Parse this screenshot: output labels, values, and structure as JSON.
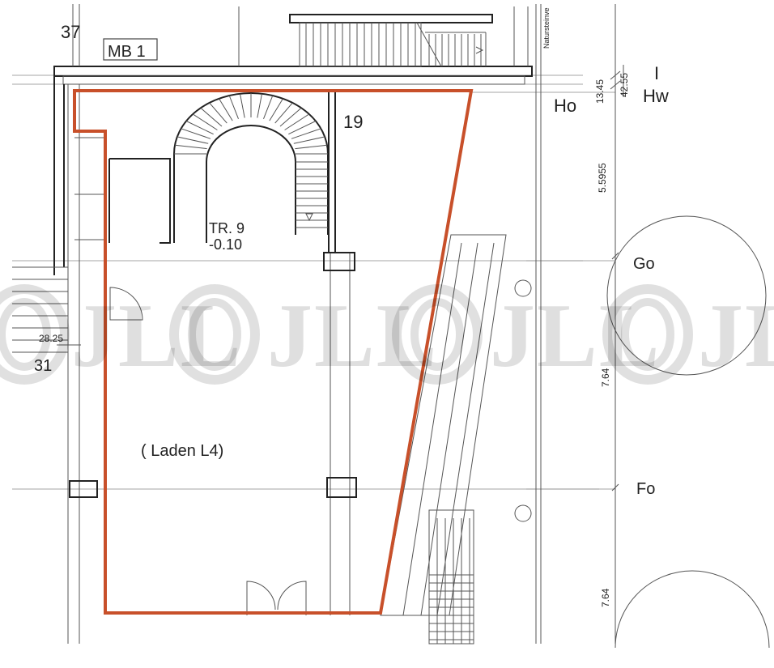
{
  "labels": {
    "number_37": "37",
    "mb": "MB 1",
    "street_text": "Natursteinve",
    "dim_13_45": "13.45",
    "dim_42_55": "42.55",
    "level_i": "I",
    "hw": "Hw",
    "ho": "Ho",
    "number_19": "19",
    "dim_5_5955": "5.5955",
    "tr": "TR. 9",
    "tr_level": "-0.10",
    "go": "Go",
    "dim_28_25": "28.25",
    "number_31": "31",
    "dim_7_64_a": "7.64",
    "laden": "( Laden L4)",
    "fo": "Fo",
    "dim_7_64_b": "7.64"
  },
  "watermark": {
    "text": "JLL",
    "color": "#000000"
  },
  "colors": {
    "outline": "#c8502a",
    "lines": "#333333"
  }
}
